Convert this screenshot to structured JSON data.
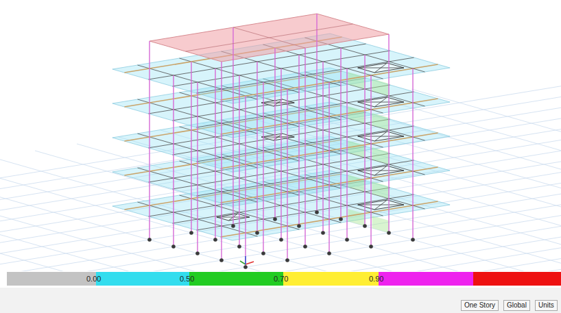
{
  "diagram": {
    "labels": [
      "0.00",
      "0.50",
      "0.70",
      "0.90",
      "One Story",
      "Global",
      "Units"
    ]
  }
}
